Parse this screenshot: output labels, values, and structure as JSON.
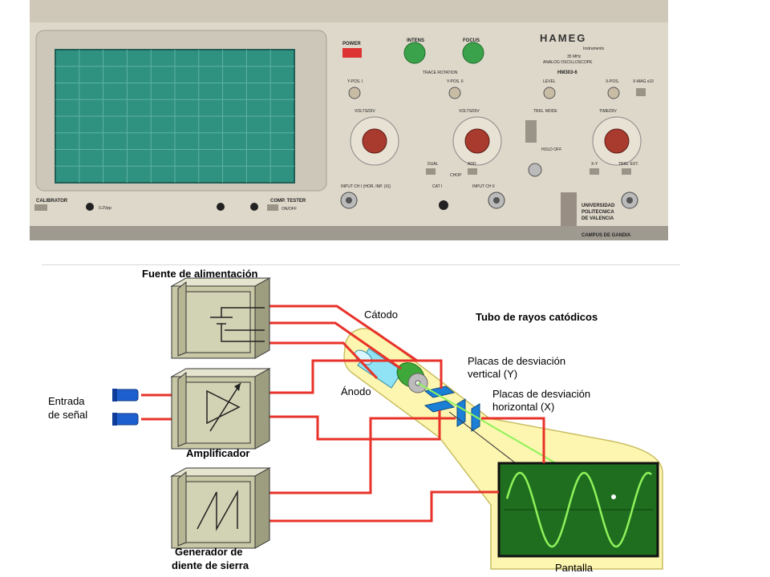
{
  "photo": {
    "brand": "HAMEG",
    "brand_sub": "Instruments",
    "model_line1": "35 MHz",
    "model_line2": "ANALOG OSCILLOSCOPE",
    "model": "HM303-6",
    "power": "POWER",
    "intens": "INTENS",
    "focus": "FOCUS",
    "trace_rotation": "TRACE ROTATION",
    "ypos1": "Y-POS. I",
    "ypos2": "Y-POS. II",
    "level": "LEVEL",
    "xpos": "X-POS.",
    "xmag": "X-MAG x10",
    "volts1": "VOLTS/DIV",
    "volts2": "VOLTS/DIV",
    "timediv": "TIME/DIV",
    "trig_mode": "TRIG. MODE",
    "hold_off": "HOLD OFF",
    "dual": "DUAL",
    "add": "ADD",
    "chop": "CHOP",
    "xy": "X-Y",
    "trig_ext": "TRIG. EXT.",
    "input_ch1": "INPUT CH I (HOR. INP. (X))",
    "input_ch2": "INPUT CH II",
    "cat": "CAT I",
    "calibrator": "CALIBRATOR",
    "cal_value": "0.2Vpp",
    "comp_tester": "COMP. TESTER",
    "on_off": "ON/OFF",
    "upv_line1": "UNIVERSIDAD",
    "upv_line2": "POLITECNICA",
    "upv_line3": "DE VALENCIA",
    "upv_campus": "CAMPUS DE GANDIA"
  },
  "diagram": {
    "power_supply": "Fuente de alimentación",
    "crt_title": "Tubo de rayos catódicos",
    "cathode": "Cátodo",
    "anode": "Ánodo",
    "vplates_line1": "Placas de desviación",
    "vplates_line2": "vertical (Y)",
    "hplates_line1": "Placas de desviación",
    "hplates_line2": "horizontal (X)",
    "input_line1": "Entrada",
    "input_line2": "de señal",
    "amplifier": "Amplificador",
    "saw_line1": "Generador de",
    "saw_line2": "diente de sierra",
    "screen": "Pantalla"
  },
  "colors": {
    "wire": "#e8322a",
    "tube": "#fdf6b0",
    "box_front": "#c8c8a6",
    "screen_bg": "#1f6e1f",
    "trace": "#8ef25a",
    "plate": "#1b7fd6",
    "connector": "#1e5fcf"
  }
}
